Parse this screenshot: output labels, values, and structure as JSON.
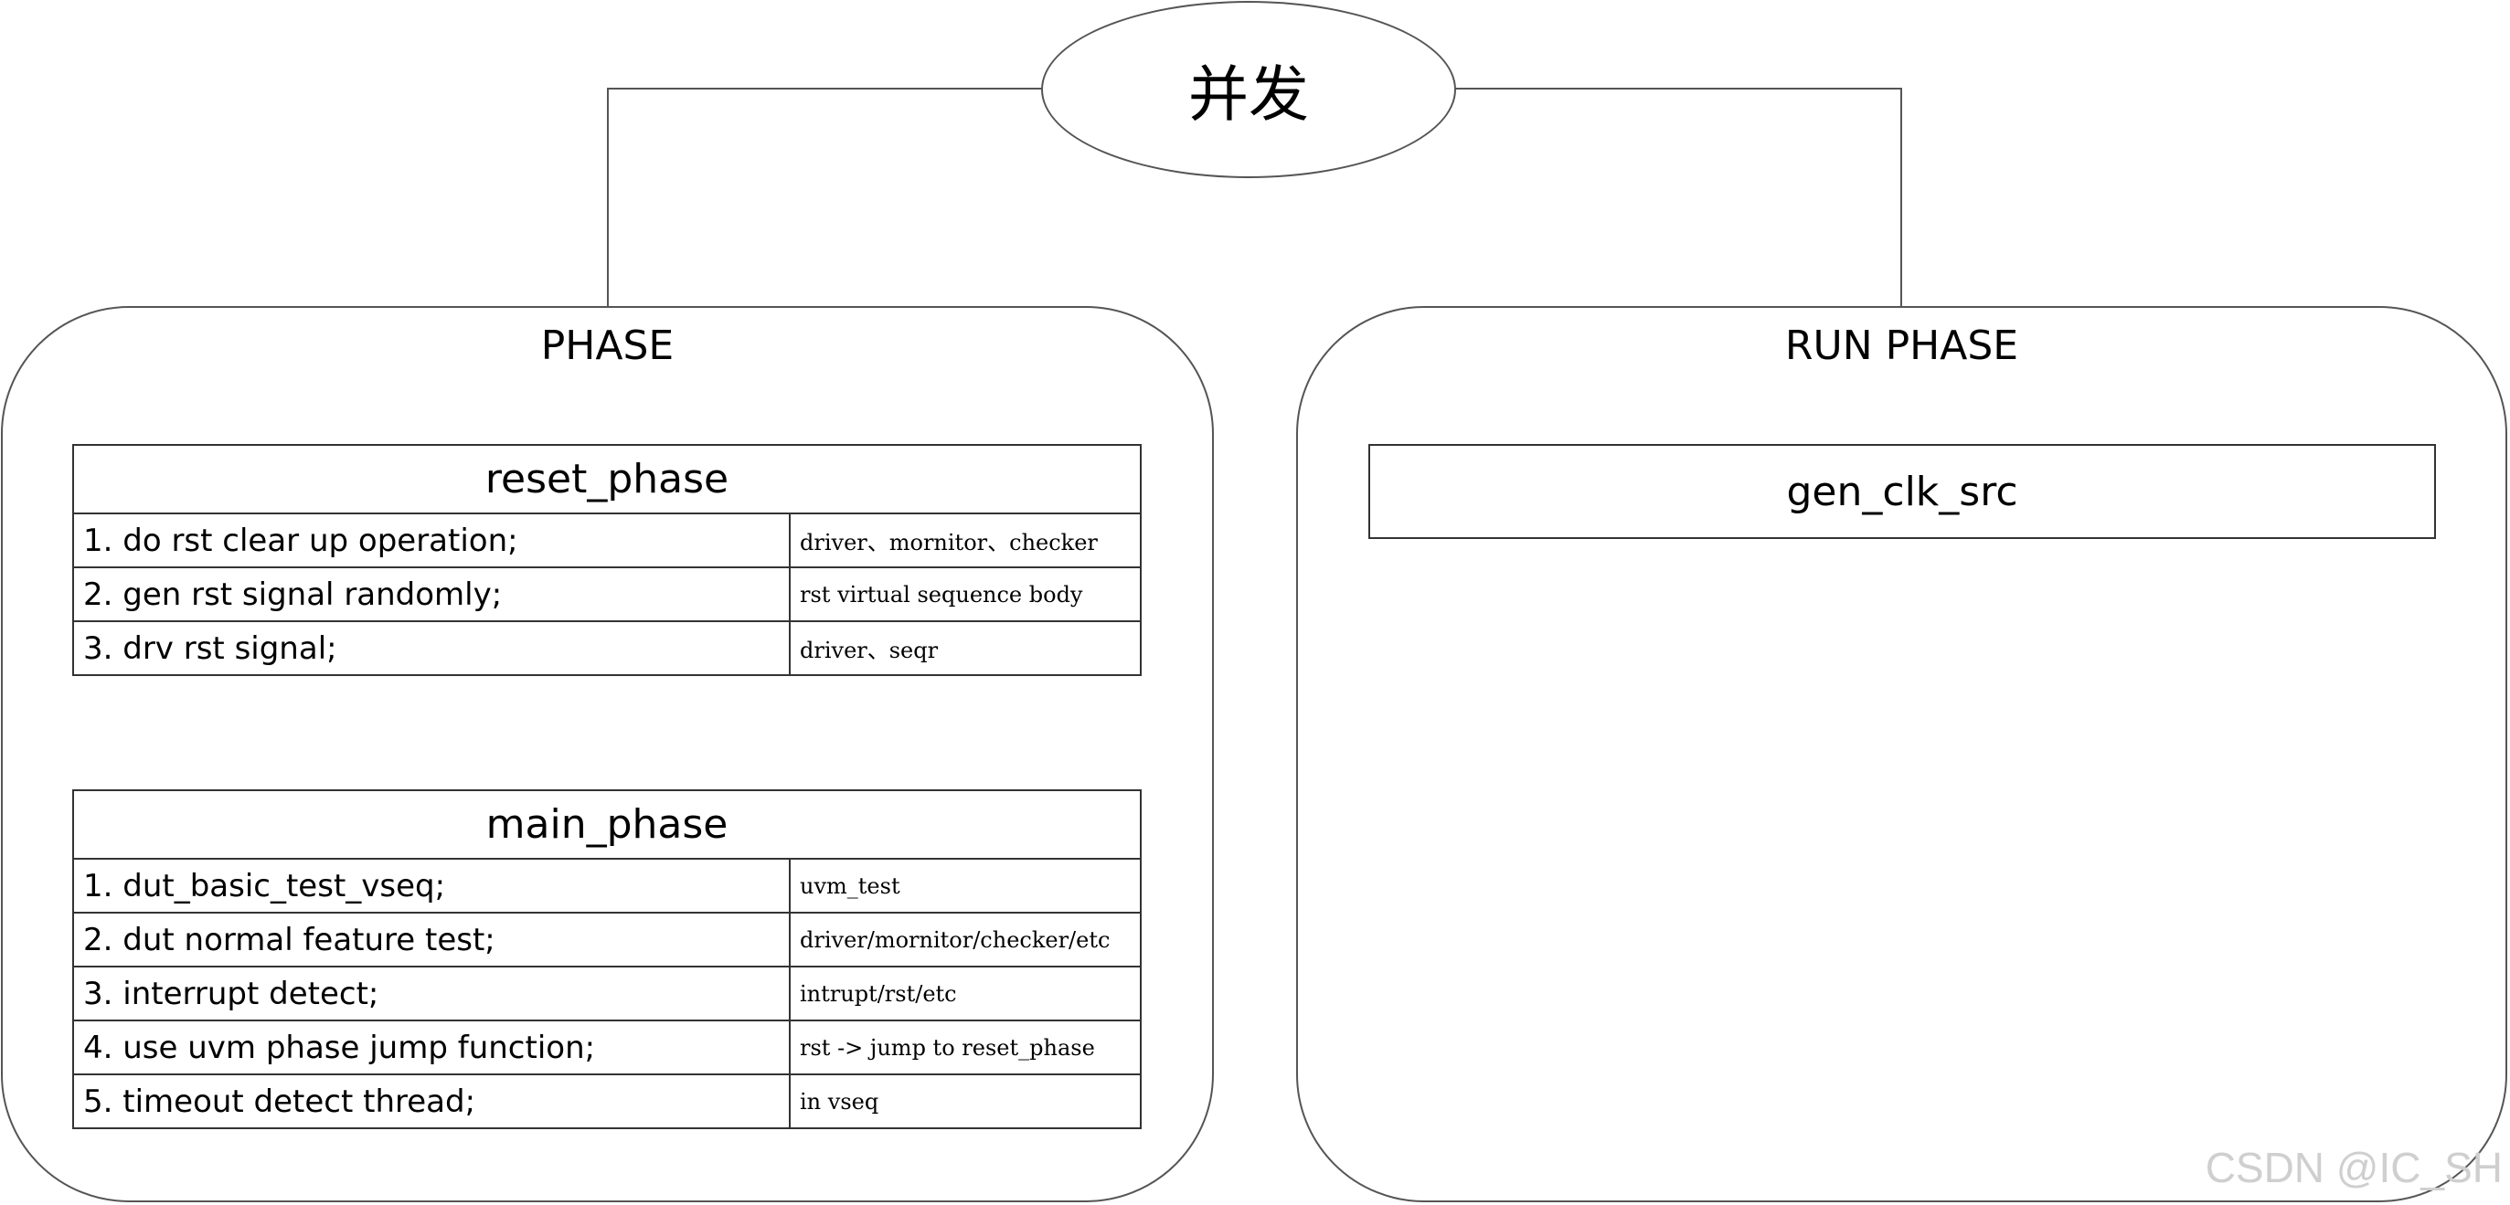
{
  "root": {
    "label": "并发"
  },
  "left_panel": {
    "title": "PHASE",
    "reset_phase": {
      "title": "reset_phase",
      "rows": [
        {
          "step": "1. do rst clear up operation;",
          "note": "driver、mornitor、checker"
        },
        {
          "step": "2. gen rst signal randomly;",
          "note": "rst virtual sequence body"
        },
        {
          "step": "3. drv rst signal;",
          "note": "driver、seqr"
        }
      ]
    },
    "main_phase": {
      "title": "main_phase",
      "rows": [
        {
          "step": "1. dut_basic_test_vseq;",
          "note": "uvm_test"
        },
        {
          "step": "2. dut normal feature test;",
          "note": "driver/mornitor/checker/etc"
        },
        {
          "step": "3. interrupt detect;",
          "note": "intrupt/rst/etc"
        },
        {
          "step": "4. use uvm phase jump function;",
          "note": "rst -> jump to reset_phase"
        },
        {
          "step": "5. timeout detect thread;",
          "note": "in vseq"
        }
      ]
    }
  },
  "right_panel": {
    "title": "RUN PHASE",
    "box_label": "gen_clk_src"
  },
  "watermark": "CSDN @IC_SH"
}
